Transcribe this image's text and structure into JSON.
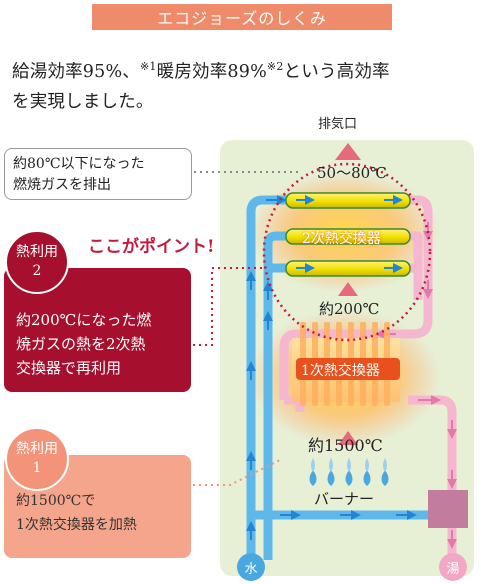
{
  "title": "エコジョーズのしくみ",
  "intro": {
    "line1_a": "給湯効率95%、",
    "note1": "※1",
    "line1_b": "暖房効率89%",
    "note2": "※2",
    "line1_c": "という高効率",
    "line2": "を実現しました。"
  },
  "exhaust_label": "排気口",
  "exhaust_temp": "50～80℃",
  "note_exhaust": {
    "line1": "約80℃以下になった",
    "line2": "燃焼ガスを排出"
  },
  "point_label": "ここがポイント!",
  "heat_use_2": {
    "badge_line1": "熱利用",
    "badge_line2": "2",
    "line1": "約200℃になった燃",
    "line2": "焼ガスの熱を2次熱",
    "line3": "交換器で再利用"
  },
  "heat_use_1": {
    "badge_line1": "熱利用",
    "badge_line2": "1",
    "line1": "約1500℃で",
    "line2": "1次熱交換器を加熱"
  },
  "secondary_hx_label": "2次熱交換器",
  "temp_200": "約200℃",
  "primary_hx_label": "1次熱交換器",
  "temp_1500": "約1500℃",
  "burner_label": "バーナー",
  "water_label": "水",
  "hot_water_label": "湯",
  "colors": {
    "title_bg": "#ef8a6a",
    "accent_red": "#a6102e",
    "accent_salmon": "#f5a58c",
    "panel_bg": "#e7efd5",
    "water_pipe": "#5fb8ea",
    "hot_pipe": "#f5b6cf",
    "flame_blue": "#4aa8e0"
  }
}
